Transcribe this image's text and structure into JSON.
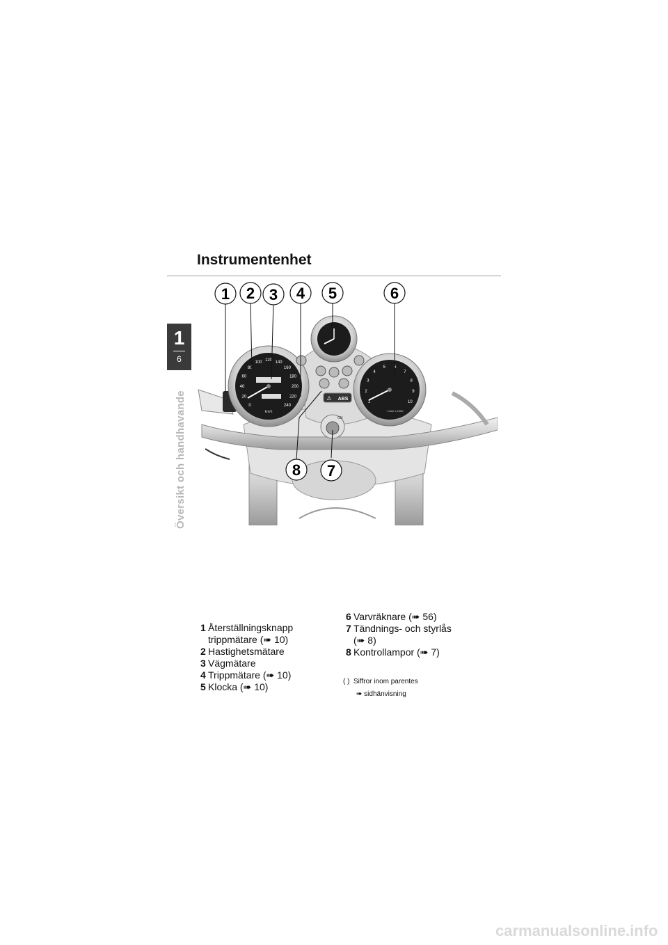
{
  "page": {
    "title": "Instrumentenhet",
    "chapter_number": "1",
    "page_number": "6",
    "side_title": "Översikt och handhavande"
  },
  "figure": {
    "callouts": [
      "1",
      "2",
      "3",
      "4",
      "5",
      "6",
      "7",
      "8"
    ],
    "speedo_ticks": [
      "0",
      "20",
      "40",
      "60",
      "80",
      "100",
      "120",
      "140",
      "160",
      "180",
      "200",
      "220",
      "240"
    ],
    "speedo_unit": "km/h",
    "tacho_ticks": [
      "1",
      "2",
      "3",
      "4",
      "5",
      "6",
      "7",
      "8",
      "9",
      "10"
    ],
    "tacho_unit": "1/min x 1000",
    "abs_label": "ABS",
    "ignition_label": "ON"
  },
  "legend": {
    "left": [
      {
        "n": "1",
        "t": "Återställningsknapp"
      },
      {
        "n": "",
        "t": "trippmätare (➠ 10)"
      },
      {
        "n": "2",
        "t": "Hastighetsmätare"
      },
      {
        "n": "3",
        "t": "Vägmätare"
      },
      {
        "n": "4",
        "t": "Trippmätare (➠ 10)"
      },
      {
        "n": "5",
        "t": "Klocka (➠ 10)"
      }
    ],
    "right": [
      {
        "n": "6",
        "t": "Varvräknare (➠ 56)"
      },
      {
        "n": "7",
        "t": "Tändnings- och styrlås"
      },
      {
        "n": "",
        "t": "(➠ 8)"
      },
      {
        "n": "8",
        "t": "Kontrollampor (➠ 7)"
      }
    ]
  },
  "note": {
    "line1_prefix": "( )",
    "line1_text": "Siffror inom parentes",
    "line2_text": "➠ sidhänvisning"
  },
  "watermark": "carmanualsonline.info"
}
